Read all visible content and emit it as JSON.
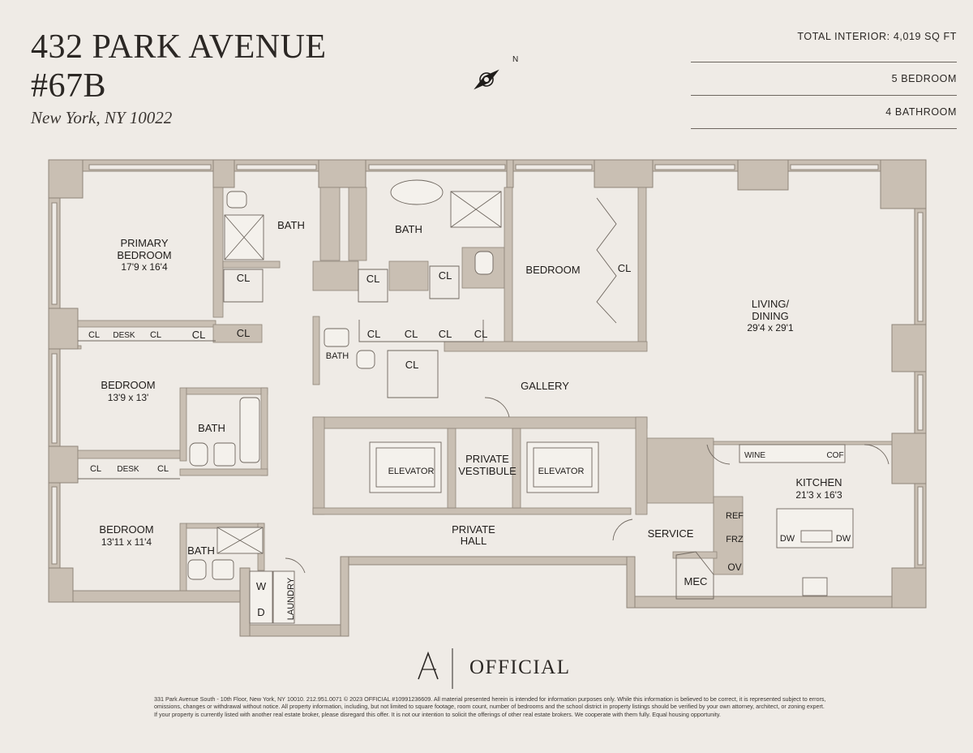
{
  "header": {
    "title_line1": "432 PARK AVENUE",
    "title_line2": "#67B",
    "subtitle": "New York, NY 10022",
    "compass_label": "N"
  },
  "stats": {
    "interior": "TOTAL INTERIOR:  4,019 SQ FT",
    "bedrooms": "5 BEDROOM",
    "bathrooms": "4 BATHROOM"
  },
  "rooms": {
    "primary_bedroom_line1": "PRIMARY",
    "primary_bedroom_line2": "BEDROOM",
    "primary_bedroom_dims": "17'9 x 16'4",
    "bath_1": "BATH",
    "bath_2": "BATH",
    "bedroom_ne": "BEDROOM",
    "cl_ne": "CL",
    "living_line1": "LIVING/",
    "living_line2": "DINING",
    "living_dims": "29'4 x 29'1",
    "cl_a": "CL",
    "cl_b": "CL",
    "cl_c": "CL",
    "cl_d": "CL",
    "cl_e": "CL",
    "cl_f": "CL",
    "cl_g": "CL",
    "cl_h": "CL",
    "cl_i": "CL",
    "cl_j": "CL",
    "cl_k": "CL",
    "cl_l": "CL",
    "cl_m": "CL",
    "cl_n": "CL",
    "desk_1": "DESK",
    "desk_2": "DESK",
    "bath_small": "BATH",
    "bedroom_2": "BEDROOM",
    "bedroom_2_dims": "13'9 x 13'",
    "bath_3": "BATH",
    "gallery": "GALLERY",
    "elevator_1": "ELEVATOR",
    "elevator_2": "ELEVATOR",
    "vestibule_line1": "PRIVATE",
    "vestibule_line2": "VESTIBULE",
    "hall_line1": "PRIVATE",
    "hall_line2": "HALL",
    "bedroom_3": "BEDROOM",
    "bedroom_3_dims": "13'11 x 11'4",
    "bath_4": "BATH",
    "washer": "W",
    "dryer": "D",
    "laundry": "LAUNDRY",
    "service": "SERVICE",
    "mec": "MEC",
    "kitchen": "KITCHEN",
    "kitchen_dims": "21'3 x 16'3",
    "wine": "WINE",
    "cof": "COF",
    "ref": "REF",
    "frz": "FRZ",
    "ov": "OV",
    "dw_1": "DW",
    "dw_2": "DW"
  },
  "footer": {
    "brand": "OFFICIAL",
    "disclaimer": "331 Park Avenue South - 10th Floor, New York, NY 10010. 212.951.0071 © 2023 OFFICIAL #10991236609. All material presented herein is intended for information purposes only. While this information is believed to be correct, it is represented subject to errors, omissions, changes or withdrawal without notice. All property information, including, but not limited to square footage, room count, number of bedrooms and the school district in property listings should be verified by your own attorney, architect, or zoning expert. If your property is currently listed with another real estate broker, please disregard this offer. It is not our intention to solicit the offerings of other real estate brokers. We cooperate with them fully. Equal housing opportunity."
  },
  "colors": {
    "background": "#efebe6",
    "wall": "#c9bfb3",
    "ink": "#2b2724"
  }
}
